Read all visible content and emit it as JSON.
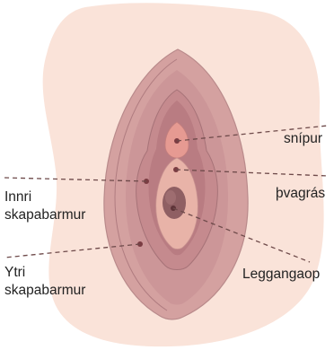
{
  "labels": {
    "clitoris": "snípur",
    "urethral_opening": "þvagrás",
    "labia_minora_line1": "Innri",
    "labia_minora_line2": "skapabarmur",
    "vaginal_opening": "Leggangaop",
    "labia_majora_line1": "Ytri",
    "labia_majora_line2": "skapabarmur"
  },
  "colors": {
    "background_blob": "#fae3d9",
    "outer_labia": "#d4a1a0",
    "inner_labia": "#c58a8e",
    "vestibule": "#e8b3a8",
    "clitoral_area": "#e69a92",
    "vaginal_opening": "#8f5f63",
    "leader_lines": "#6e4a4a",
    "label_text": "#222222"
  }
}
